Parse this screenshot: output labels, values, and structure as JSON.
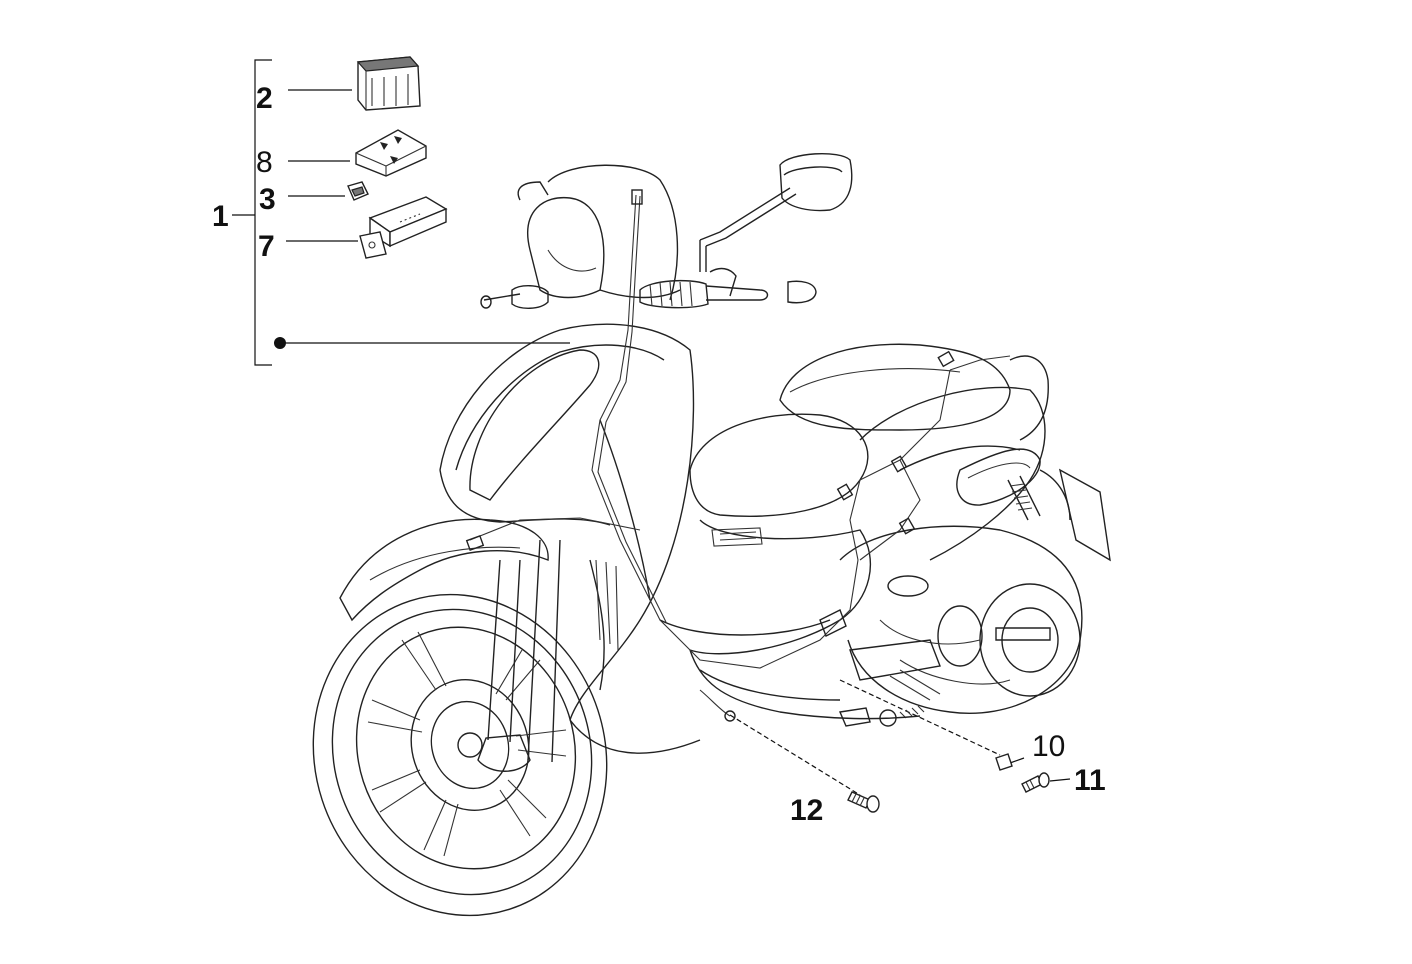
{
  "callouts": {
    "c1": "1",
    "c2": "2",
    "c3": "3",
    "c7": "7",
    "c8": "8",
    "c10": "10",
    "c11": "11",
    "c12": "12"
  },
  "colors": {
    "line": "#222222",
    "background": "#ffffff"
  }
}
